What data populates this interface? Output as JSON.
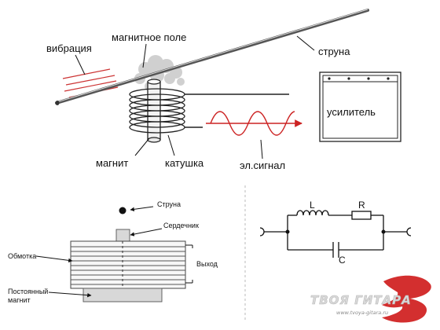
{
  "top_diagram": {
    "string_label": "струна",
    "magnetic_field_label": "магнитное поле",
    "vibration_label": "вибрация",
    "amplifier_label": "усилитель",
    "magnet_label": "магнит",
    "coil_label": "катушка",
    "signal_label": "эл.сигнал",
    "signal_color": "#cc2222",
    "vibration_color": "#cc3333"
  },
  "pickup_diagram": {
    "string_label": "Струна",
    "core_label": "Сердечник",
    "winding_label": "Обмотка",
    "output_label": "Выход",
    "magnet_label_line1": "Постоянный",
    "magnet_label_line2": "магнит"
  },
  "circuit": {
    "inductor_label": "L",
    "resistor_label": "R",
    "capacitor_label": "C"
  },
  "watermark": {
    "title": "ТВОЯ ГИТАРА",
    "url": "www.tvoya-gitara.ru",
    "brand_color": "#d32f2f"
  }
}
